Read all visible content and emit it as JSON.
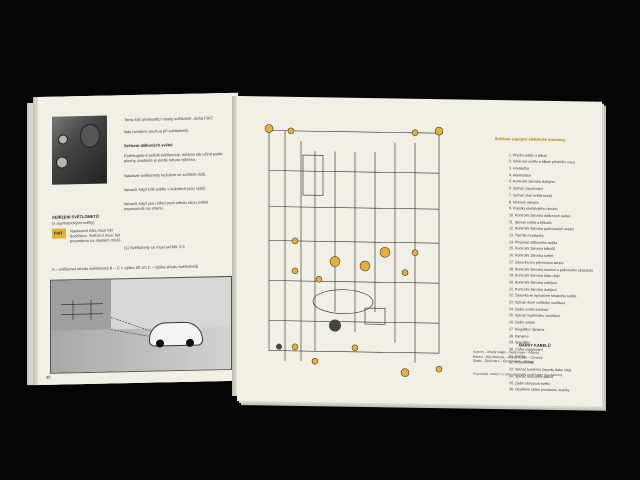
{
  "left_page": {
    "caption_top": "Tento klíč přemostitcí nosky světlomet. sluhá FIAT.",
    "caption_top2": "Nás uvedene pochua při světlometů.",
    "section_title": "Seřízení dálkových světel",
    "para1": "Potřebujete-li seřídit světlomety, můžete tak učinit podle plochy, postavte je podle tohoto výkresu.",
    "para2": "Nastavte světlomety kuželem se světlem dolů.",
    "para3": "Nevadí, když bílé světlo v kuželech jsou vyšší.",
    "para4": "Nevadí, když jsou střed proti středu obou světel neposunuté na stranu.",
    "subheading": "SEŘÍZENÍ SVĚTLOMETŮ",
    "subheading2": "(s asymetrickými světly)",
    "fiat_badge": "FIAT",
    "para5": "Nastavení čela musí být dodrženo. Seřízení musí být provedeno na stejném místě.",
    "footnote": "(1) Světlomety se musí seřídit: 2,5",
    "scene_caption": "A – světlomet středu světlometů  B – C = výška 50 cm  C – výška středu světlometů",
    "page_number": "30"
  },
  "right_page": {
    "legend_title": "Schéma zapojení elektrické soustavy",
    "legend_items": [
      "1. Přední světlo a blikač",
      "2. Směrové světlo a blikač předního vozu",
      "3. Houkačka",
      "4. Akumulátor",
      "5. Kontrolní žárovka dobíjení",
      "6. Spínač zapalování",
      "7. Spínač stop světla brzdy",
      "8. Motorek stěrače",
      "9. Pojistky elektrického okruhu",
      "10. Kontrolní žárovka dálkových světel",
      "11. Spínač světel a blikačů",
      "12. Kontrolní žárovka parkovacích světel",
      "13. Tlačítko houkačky",
      "14. Přepínač dálkového světla",
      "15. Kontrolní žárovka blikačů",
      "16. Kontrolní žárovka světel",
      "17. Zásuvka pro přenosnou lampu",
      "18. Kontrolní žárovka mazání a palivového ukazatele",
      "19. Kontrolní žárovka tlaku oleje",
      "20. Kontrolní žárovka nabíjení",
      "21. Kontrolní žárovka dobíjení",
      "22. Zásuvka se spínačem stropního světla",
      "23. Spínač dveří vnitřního osvětlení",
      "24. Zadní světlo brzdové",
      "25. Spínač nepřímého osvětlení",
      "26. Zadní světla",
      "27. Regulátor dynama",
      "28. Dynamo",
      "29. Spouštěč",
      "30. Cívka zapalování",
      "31. Svíčky",
      "32. Rozdělovač",
      "33. Spínač kontrolní žárovky tlaku oleje",
      "34. Spínač ukazatele paliva",
      "35. Zadní obrysové světlo",
      "36. Osvětlení státní poznávací značky"
    ],
    "colors_title": "BARVY KABELŮ",
    "colors_lines": [
      "Azzurro – Modrý   Grigio – Šedý   Rosa – Růžový",
      "Bianco – Bílý   Marrone – Hnědý   Rosso – Červený",
      "Giallo – Žlutý   Nero – Černý   Verde – Zelený"
    ],
    "note": "Poznámka: modrá = u dvou kontrolek značí kabel dvoubarevný."
  },
  "colors": {
    "accent": "#e2b13c",
    "paper": "#f2f0e6",
    "background": "#050505"
  }
}
